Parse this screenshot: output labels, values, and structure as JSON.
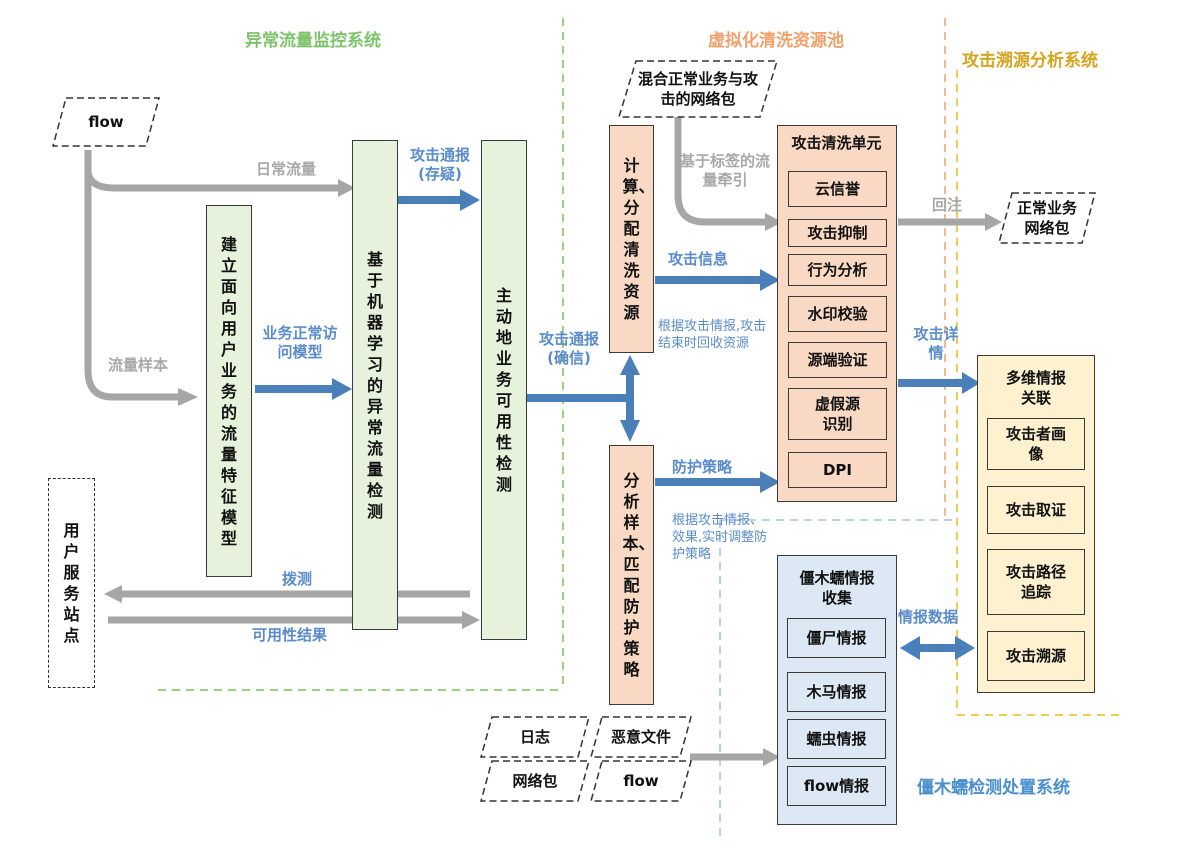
{
  "sections": {
    "monitor": "异常流量监控系统",
    "cleaning": "虚拟化清洗资源池",
    "trace": "攻击溯源分析系统",
    "botnet": "僵木蠕检测处置系统"
  },
  "inputs": {
    "flow": "flow",
    "mixed": "混合正常业务与攻击的网络包",
    "normal_pkt": "正常业务网络包",
    "log": "日志",
    "malicious": "恶意文件",
    "netpkt": "网络包",
    "flow2": "flow"
  },
  "boxes": {
    "user_model": "建立面向用户业务的流量特征模型",
    "ml_detect": "基于机器学习的异常流量检测",
    "active_detect": "主动地业务可用性检测",
    "compute_alloc": "计算、分配清洗资源",
    "analyze_match": "分析样本、匹配防护策略",
    "user_site": "用户服务站点"
  },
  "clean_unit": {
    "title": "攻击清洗单元",
    "items": [
      "云信誉",
      "攻击抑制",
      "行为分析",
      "水印校验",
      "源端验证",
      "虚假源识别",
      "DPI"
    ]
  },
  "trace_panel": {
    "title": "多维情报关联",
    "items": [
      "攻击者画像",
      "攻击取证",
      "攻击路径追踪",
      "攻击溯源"
    ]
  },
  "botnet_panel": {
    "title": "僵木蠕情报收集",
    "items": [
      "僵尸情报",
      "木马情报",
      "蠕虫情报",
      "flow情报"
    ]
  },
  "labels": {
    "daily_flow": "日常流量",
    "flow_sample": "流量样本",
    "normal_model": "业务正常访问模型",
    "alert_suspect": "攻击通报(存疑)",
    "alert_confirm": "攻击通报(确信)",
    "tag_traction": "基于标签的流量牵引",
    "attack_info": "攻击信息",
    "reclaim": "根据攻击情报,攻击结束时回收资源",
    "protect_policy": "防护策略",
    "adjust": "根据攻击情报、效果,实时调整防护策略",
    "reinject": "回注",
    "attack_detail": "攻击详情",
    "intel_data": "情报数据",
    "probe": "拨测",
    "avail_result": "可用性结果"
  },
  "colors": {
    "green_box": "#e6f2dc",
    "salmon_box": "#f9d9c4",
    "blue_box": "#dce9f5",
    "yellow_box": "#fdf1cf",
    "blue_arrow": "#4a7fb9",
    "gray_arrow": "#a6a6a6",
    "monitor_title": "#7cc36a",
    "cleaning_title": "#f2a06b",
    "trace_title": "#d4a41c",
    "botnet_title": "#4a8fd0"
  }
}
